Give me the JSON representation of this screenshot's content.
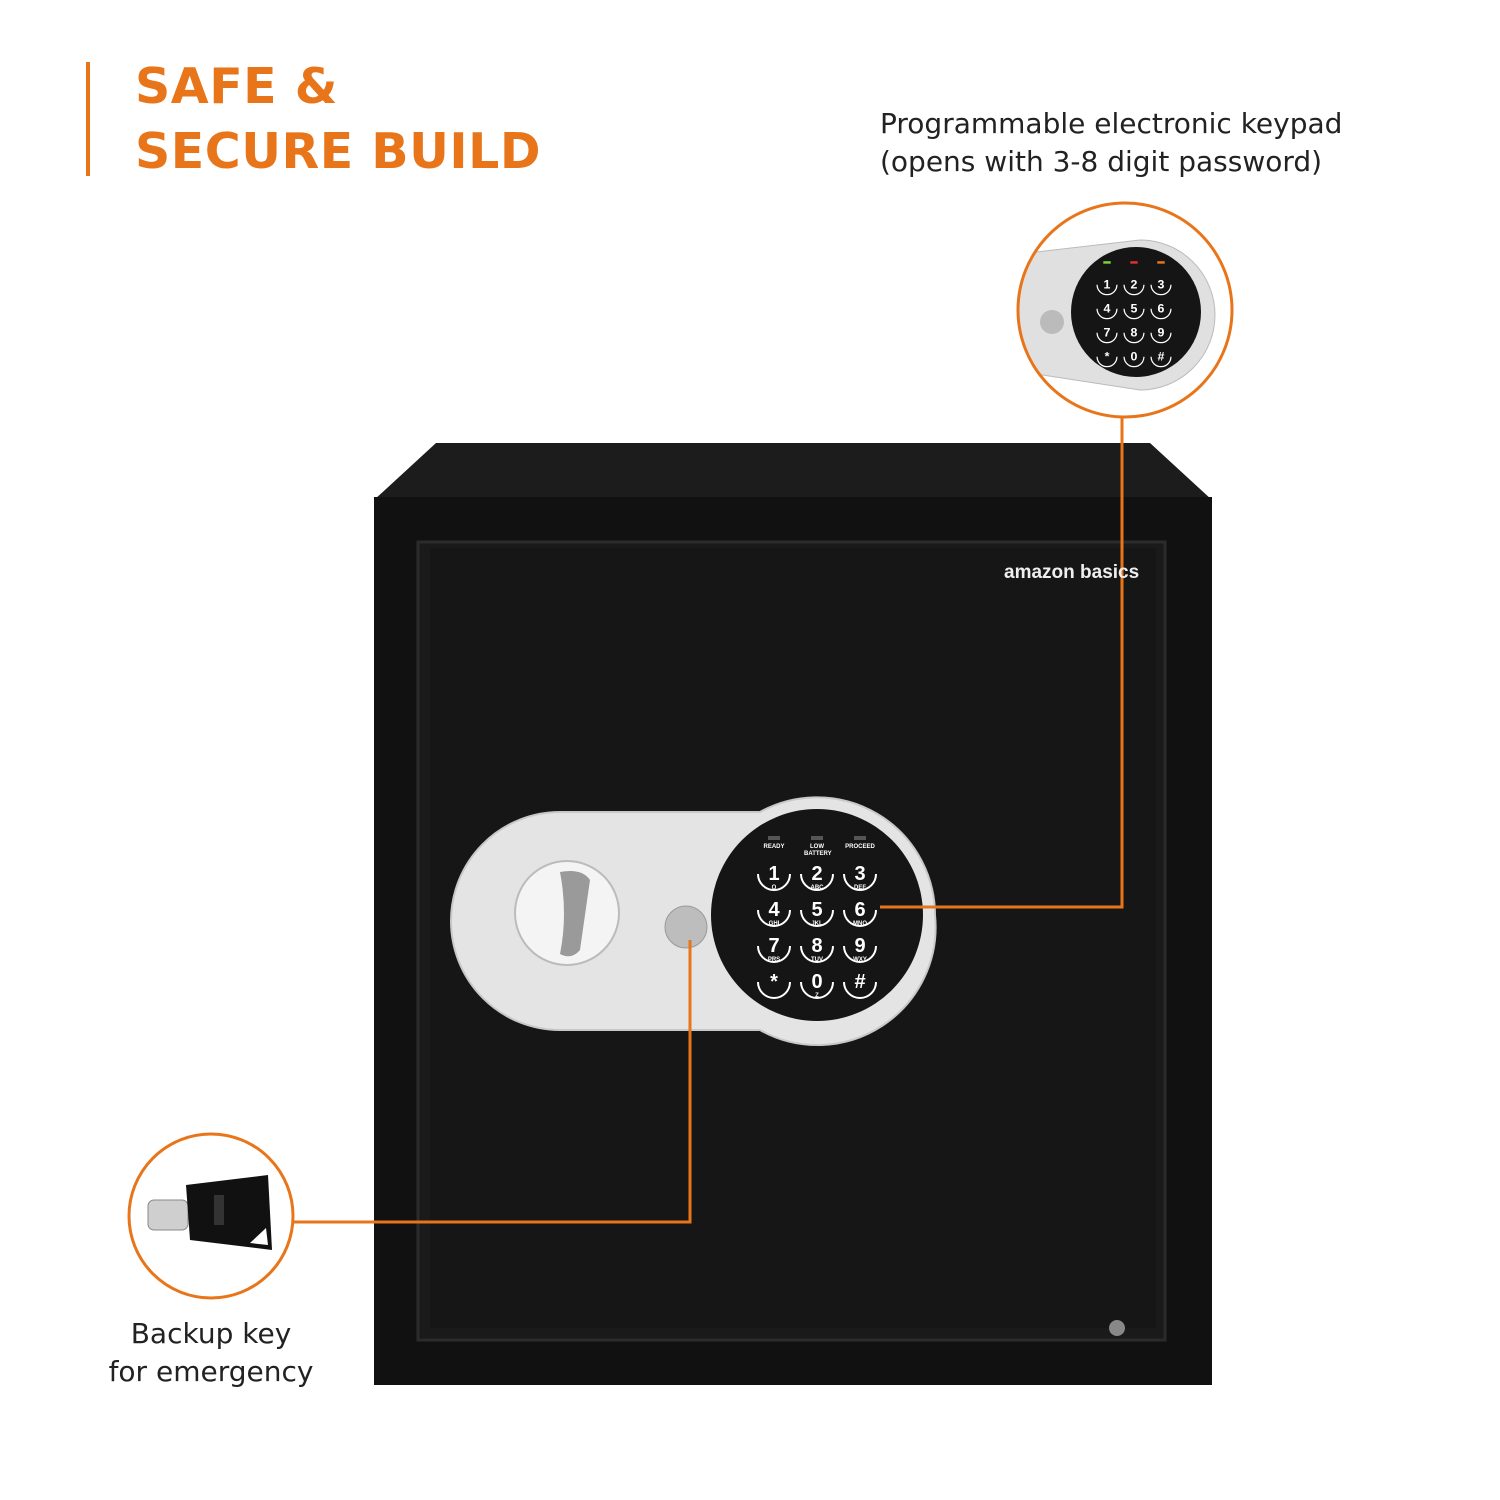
{
  "heading": {
    "line1": "SAFE &",
    "line2": "SECURE BUILD"
  },
  "callouts": {
    "keypad": {
      "line1": "Programmable electronic keypad",
      "line2": "(opens with 3-8 digit password)"
    },
    "key": {
      "line1": "Backup key",
      "line2": "for emergency"
    }
  },
  "brand": {
    "logo_text": "amazon basics"
  },
  "keypad": {
    "indicators": [
      "READY",
      "LOW BATTERY",
      "PROCEED"
    ],
    "keys": [
      {
        "digit": "1",
        "letters": "Q"
      },
      {
        "digit": "2",
        "letters": "ABC"
      },
      {
        "digit": "3",
        "letters": "DEF"
      },
      {
        "digit": "4",
        "letters": "GHI"
      },
      {
        "digit": "5",
        "letters": "JKL"
      },
      {
        "digit": "6",
        "letters": "MNO"
      },
      {
        "digit": "7",
        "letters": "PRS"
      },
      {
        "digit": "8",
        "letters": "TUV"
      },
      {
        "digit": "9",
        "letters": "WXY"
      },
      {
        "digit": "*",
        "letters": ""
      },
      {
        "digit": "0",
        "letters": "Z"
      },
      {
        "digit": "#",
        "letters": ""
      }
    ]
  },
  "colors": {
    "accent": "#e8751a",
    "safe": "#111111",
    "panel": "#e6e6e6"
  }
}
